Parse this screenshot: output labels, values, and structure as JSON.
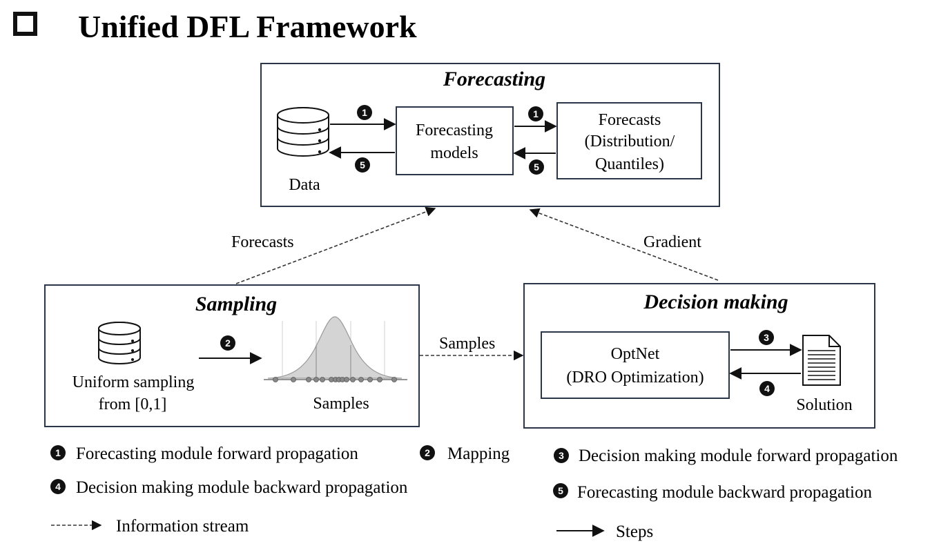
{
  "title": "Unified DFL Framework",
  "forecasting": {
    "title": "Forecasting",
    "data_label": "Data",
    "models_line1": "Forecasting",
    "models_line2": "models",
    "forecasts_line1": "Forecasts",
    "forecasts_line2": "(Distribution/",
    "forecasts_line3": "Quantiles)"
  },
  "sampling": {
    "title": "Sampling",
    "source_line1": "Uniform sampling",
    "source_line2": "from [0,1]",
    "samples_label": "Samples"
  },
  "decision": {
    "title": "Decision making",
    "optnet_line1": "OptNet",
    "optnet_line2": "(DRO Optimization)",
    "solution_label": "Solution"
  },
  "flows": {
    "forecasts": "Forecasts",
    "gradient": "Gradient",
    "samples": "Samples"
  },
  "steps": {
    "s1": "1",
    "s2": "2",
    "s3": "3",
    "s4": "4",
    "s5": "5"
  },
  "legend": {
    "item1": "Forecasting module forward propagation",
    "item2": "Mapping",
    "item3": "Decision making module forward propagation",
    "item4": "Decision making module backward propagation",
    "item5": "Forecasting module backward propagation",
    "info_stream": "Information stream",
    "steps_label": "Steps"
  }
}
